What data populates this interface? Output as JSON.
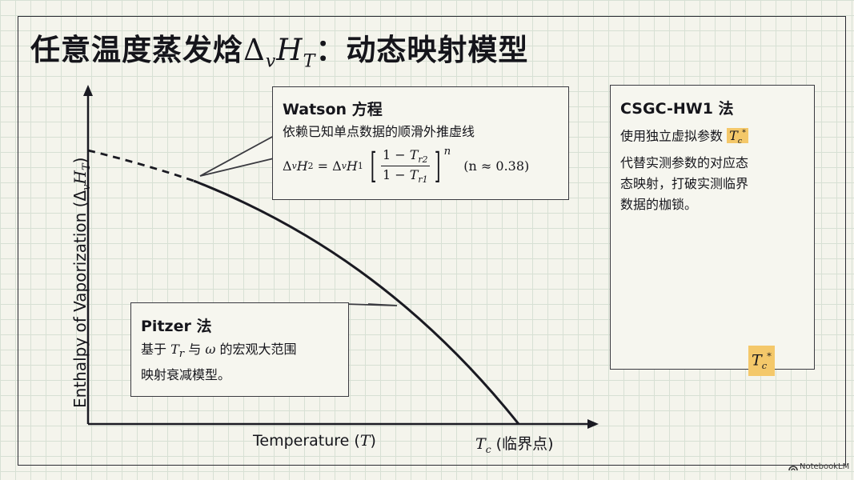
{
  "title": {
    "text": "任意温度蒸发焓",
    "symbol_base": "Δ",
    "sub_v": "v",
    "italic_h": "H",
    "sub_t": "T",
    "suffix": "：动态映射模型"
  },
  "axes": {
    "y_label": "Enthalpy of Vaporization (",
    "y_symbol": "Δ",
    "y_sub": "v",
    "y_h": "H",
    "y_t": "T",
    "y_close": ")",
    "x_label": "Temperature (",
    "x_symbol": "T",
    "x_close": ")",
    "tc_symbol": "T",
    "tc_sub": "c",
    "tc_label": "(临界点)"
  },
  "watson": {
    "title": "Watson 方程",
    "desc": "依赖已知单点数据的顺滑外推虚线",
    "lhs": "Δ",
    "lhs_sub": "v",
    "lhs_h": "H",
    "lhs_idx": "2",
    "eq": " = ",
    "rhs": "Δ",
    "rhs_sub": "v",
    "rhs_h": "H",
    "rhs_idx": "1",
    "num": "1 − ",
    "num_t": "T",
    "num_sub": "r2",
    "den": "1 − ",
    "den_t": "T",
    "den_sub": "r1",
    "exp": "n",
    "approx": "(n ≈ 0.38)"
  },
  "pitzer": {
    "title": "Pitzer 法",
    "line1_a": "基于 ",
    "line1_t": "T",
    "line1_sub": "r",
    "line1_b": " 与 ",
    "line1_w": "ω",
    "line1_c": " 的宏观大范围",
    "line2": "映射衰减模型。"
  },
  "csgc": {
    "title": "CSGC-HW1 法",
    "line1": "使用独立虚拟参数 ",
    "hl_t": "T",
    "hl_sub": "c",
    "hl_sup": "*",
    "line2": "代替实测参数的对应态",
    "line3": "态映射，打破实测临界",
    "line4": "数据的枷锁。",
    "tc_t": "T",
    "tc_sub": "c",
    "tc_sup": "*"
  },
  "colors": {
    "grid": "#d7e0d4",
    "background": "#f4f4ec",
    "ink": "#15151b",
    "highlight": "#f4c86a"
  },
  "icons": {
    "logo": "notebooklm-icon"
  },
  "footer": {
    "brand": "NotebookLM"
  }
}
